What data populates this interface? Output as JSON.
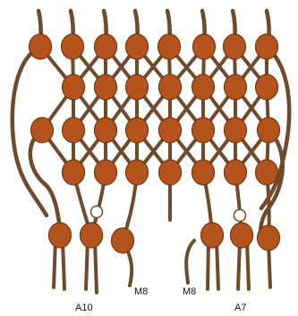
{
  "colors": {
    "cord": "#6f4a2c",
    "knot": "#b4541c",
    "knot_edge": "#7a3410",
    "bead": "#ffffff",
    "label": "#111111"
  },
  "diagram": {
    "description_type": "macrame knot pattern",
    "labels": {
      "left_bottom": "A10",
      "left_mid": "M8",
      "right_mid": "M8",
      "right_bottom": "A7"
    }
  }
}
